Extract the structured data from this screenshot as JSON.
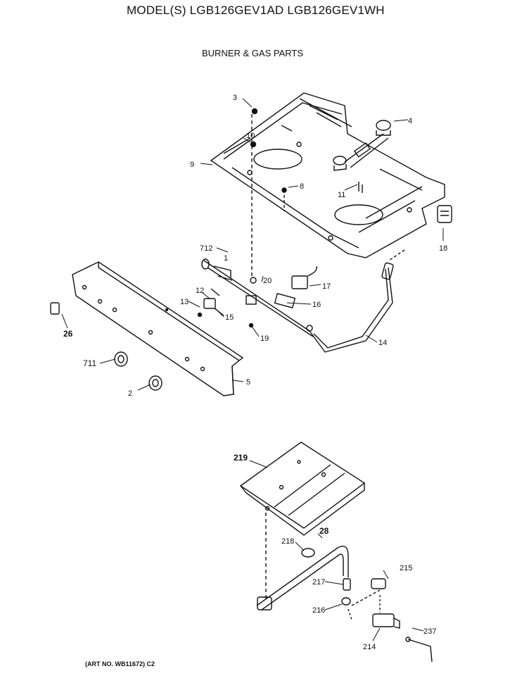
{
  "header": {
    "model_title": "MODEL(S) LGB126GEV1AD  LGB126GEV1WH",
    "section_title": "BURNER & GAS PARTS"
  },
  "footer": {
    "art_number": "(ART NO. WB11672) C2"
  },
  "callouts": {
    "c3": "3",
    "c4": "4",
    "c10": "10",
    "c9": "9",
    "c8": "8",
    "c11": "11",
    "c18": "18",
    "c712": "712",
    "c1": "1",
    "c20": "20",
    "c17": "17",
    "c12": "12",
    "c13": "13",
    "c16": "16",
    "c15": "15",
    "c19": "19",
    "c14": "14",
    "c26": "26",
    "c711": "711",
    "c2": "2",
    "c5": "5",
    "c219": "219",
    "c28": "28",
    "c218": "218",
    "c215": "215",
    "c217": "217",
    "c216": "216",
    "c237": "237",
    "c214": "214"
  }
}
